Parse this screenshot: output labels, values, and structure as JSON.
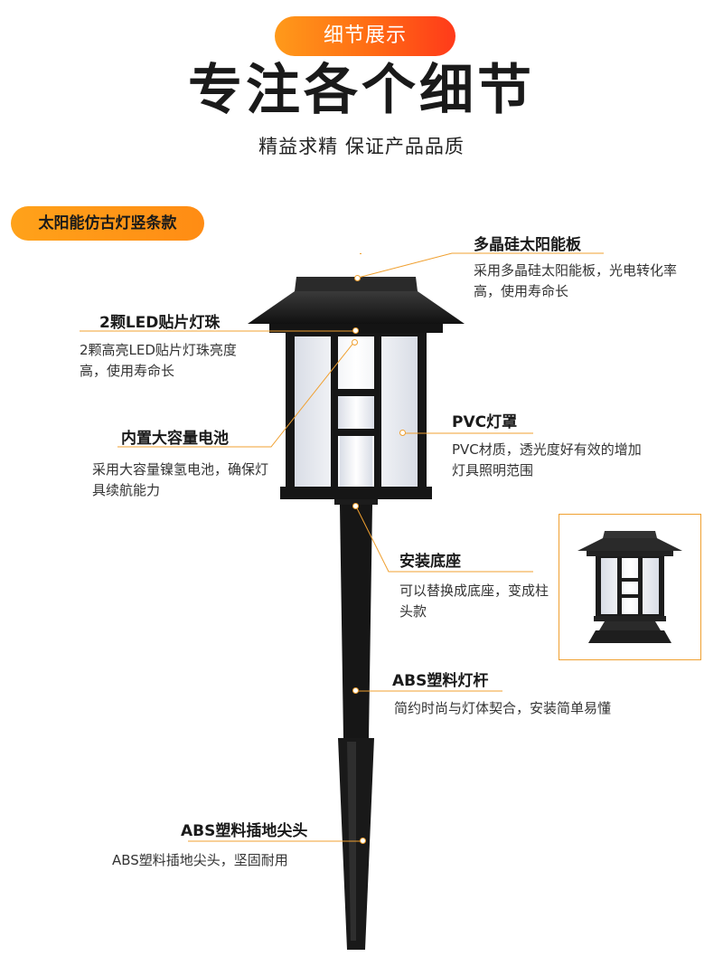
{
  "header": {
    "badge": "细节展示",
    "title": "专注各个细节",
    "subtitle": "精益求精 保证产品品质"
  },
  "product_badge": "太阳能仿古灯竖条款",
  "features": [
    {
      "title": "多晶硅太阳能板",
      "desc": "采用多晶硅太阳能板，光电转化率高，使用寿命长"
    },
    {
      "title": "2颗LED贴片灯珠",
      "desc": "2颗高亮LED贴片灯珠亮度高，使用寿命长"
    },
    {
      "title": "PVC灯罩",
      "desc": "PVC材质，透光度好有效的增加灯具照明范围"
    },
    {
      "title": "内置大容量电池",
      "desc": "采用大容量镍氢电池，确保灯具续航能力"
    },
    {
      "title": "安装底座",
      "desc": "可以替换成底座，变成柱头款"
    },
    {
      "title": "ABS塑料灯杆",
      "desc": "简约时尚与灯体契合，安装简单易懂"
    },
    {
      "title": "ABS塑料插地尖头",
      "desc": "ABS塑料插地尖头，坚固耐用"
    }
  ],
  "colors": {
    "accent": "#ff7a14",
    "line": "#f0a030"
  }
}
